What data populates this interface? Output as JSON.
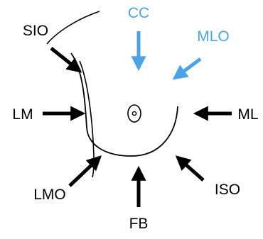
{
  "colors": {
    "black": "#000000",
    "blue": "#4aa3ea"
  },
  "labels": {
    "cc": "CC",
    "mlo": "MLO",
    "sio": "SIO",
    "lm": "LM",
    "ml": "ML",
    "lmo": "LMO",
    "iso": "ISO",
    "fb": "FB"
  }
}
